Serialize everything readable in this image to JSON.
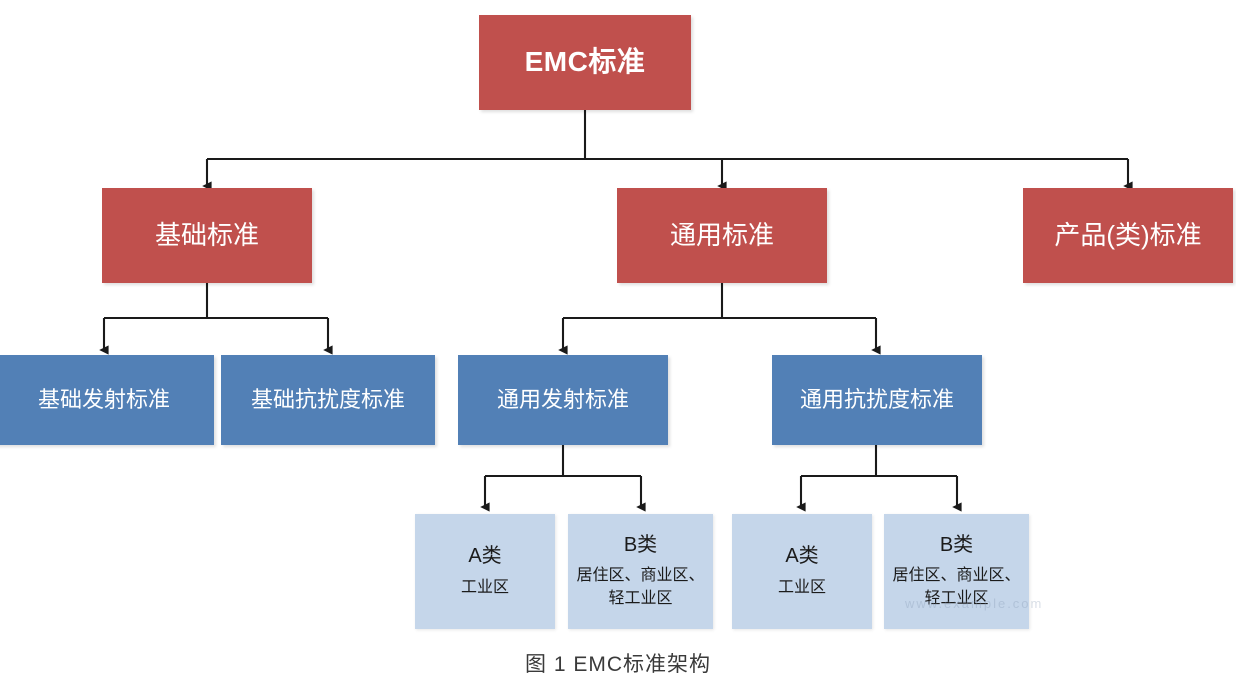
{
  "figure": {
    "caption": "图 1  EMC标准架构",
    "watermark": "www.example.com"
  },
  "colors": {
    "red_box": "#C0504D",
    "blue_box": "#5280B6",
    "light_blue_box": "#C5D6EA",
    "connector": "#1A1A1A",
    "text_light": "#FFFFFF",
    "text_dark": "#1B1B1B",
    "background": "#FFFFFF"
  },
  "tree": {
    "root": {
      "label": "EMC标准"
    },
    "categories": [
      {
        "label": "基础标准"
      },
      {
        "label": "通用标准"
      },
      {
        "label": "产品(类)标准"
      }
    ],
    "subcategories": [
      {
        "label": "基础发射标准"
      },
      {
        "label": "基础抗扰度标准"
      },
      {
        "label": "通用发射标准"
      },
      {
        "label": "通用抗扰度标准"
      }
    ],
    "classes": [
      {
        "title": "A类",
        "sub": "工业区"
      },
      {
        "title": "B类",
        "sub": "居住区、商业区、轻工业区"
      },
      {
        "title": "A类",
        "sub": "工业区"
      },
      {
        "title": "B类",
        "sub": "居住区、商业区、轻工业区"
      }
    ]
  }
}
